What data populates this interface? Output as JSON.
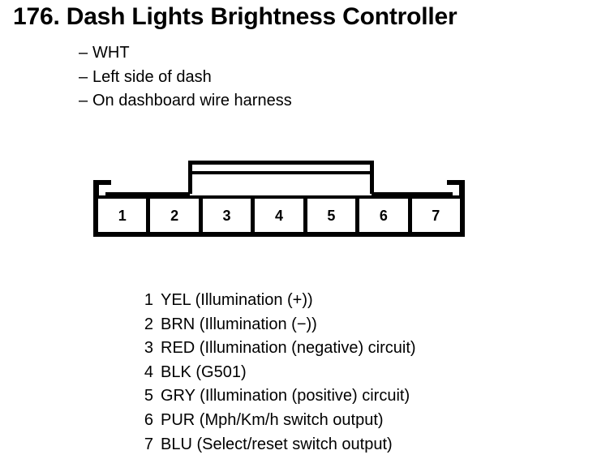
{
  "title": "176. Dash Lights Brightness Controller",
  "notes": {
    "dash": "–",
    "items": [
      "WHT",
      "Left side of dash",
      "On dashboard wire harness"
    ]
  },
  "connector": {
    "cavity_count": 7,
    "cavities": [
      "1",
      "2",
      "3",
      "4",
      "5",
      "6",
      "7"
    ]
  },
  "pins": [
    {
      "num": "1",
      "desc": "YEL (Illumination (+))"
    },
    {
      "num": "2",
      "desc": "BRN (Illumination (−))"
    },
    {
      "num": "3",
      "desc": "RED (Illumination (negative) circuit)"
    },
    {
      "num": "4",
      "desc": "BLK (G501)"
    },
    {
      "num": "5",
      "desc": "GRY (Illumination (positive) circuit)"
    },
    {
      "num": "6",
      "desc": "PUR (Mph/Km/h switch output)"
    },
    {
      "num": "7",
      "desc": "BLU (Select/reset switch output)"
    }
  ],
  "colors": {
    "ink": "#000000",
    "paper": "#ffffff"
  }
}
